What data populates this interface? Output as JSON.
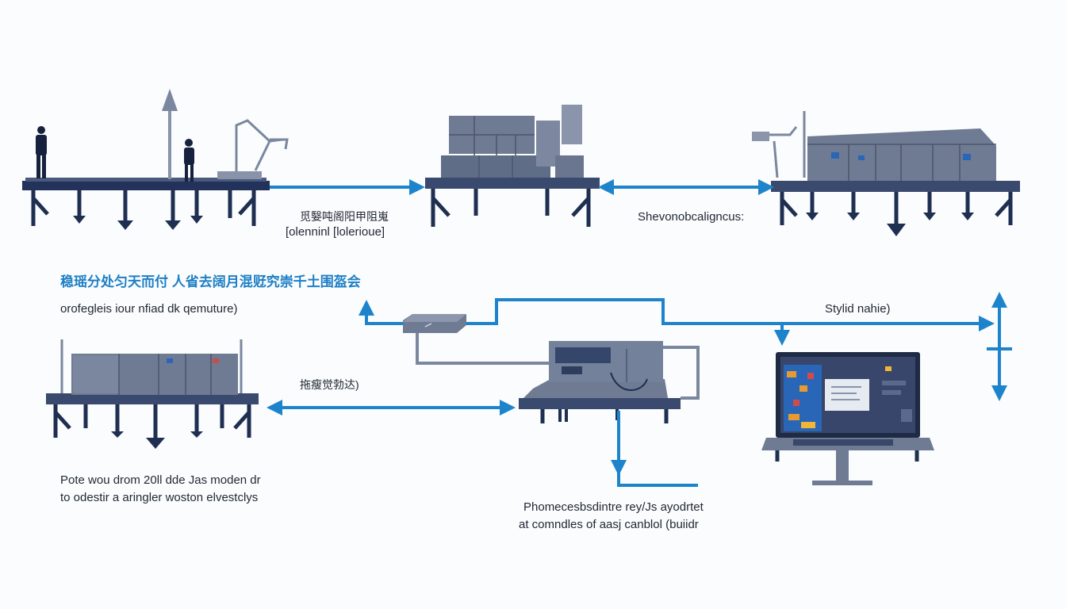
{
  "title": "稳瑶分处匀天而付 人省去阔月混觃究崇千土围盔会",
  "subtitle": "orofegleis iour nfiad dk qemuture)",
  "labels": {
    "link1_line1": "觅嫛吨阁阳甲阻嵬",
    "link1_line2": "[olenninl [lolerioue]",
    "link2": "Shevonobcaligncus:",
    "link3": "拖瘦觉勃达)",
    "link4": "Stylid nahie)",
    "note_left_line1": "Pote wou drom 20ll dde Jas moden dr",
    "note_left_line2": "to odestir a aringler woston elvestclys",
    "note_bottom_line1": "Phomecesbsdintre rey/Js ayodrtet",
    "note_bottom_line2": "at comndles of aasj canblol (buiidr"
  },
  "colors": {
    "accent": "#1d84cc",
    "machine": "#6e7b93",
    "machine_dark": "#525d74",
    "frame": "#1f2f52",
    "screen_blue": "#2a66b8"
  },
  "icons": [
    "person-icon",
    "lamp-post-icon",
    "robot-arm-icon",
    "arrow-down-icon",
    "router-icon",
    "laptop-icon",
    "monitor-stand-icon"
  ]
}
